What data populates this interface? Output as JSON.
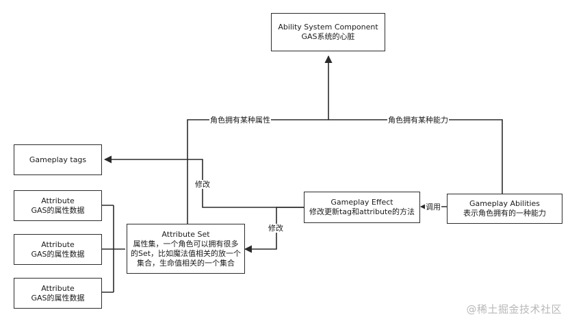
{
  "nodes": {
    "asc": {
      "title": "Ability System Component",
      "desc": "GAS系统的心脏"
    },
    "gameplay_tags": {
      "title": "Gameplay tags"
    },
    "attribute_1": {
      "title": "Attribute",
      "desc": "GAS的属性数据"
    },
    "attribute_2": {
      "title": "Attribute",
      "desc": "GAS的属性数据"
    },
    "attribute_3": {
      "title": "Attribute",
      "desc": "GAS的属性数据"
    },
    "attribute_set": {
      "title": "Attribute Set",
      "desc_line1": "属性集，一个角色可以拥有很多",
      "desc_line2": "的Set，比如魔法值相关的放一个",
      "desc_line3": "集合，生命值相关的一个集合"
    },
    "gameplay_effect": {
      "title": "Gameplay Effect",
      "desc": "修改更新tag和attribute的方法"
    },
    "gameplay_abilities": {
      "title": "Gameplay Abilities",
      "desc": "表示角色拥有的一种能力"
    }
  },
  "edges": {
    "set_to_asc": "角色拥有某种属性",
    "abilities_to_asc": "角色拥有某种能力",
    "effect_to_tags": "修改",
    "effect_to_set": "修改",
    "abilities_to_effect": "调用"
  },
  "watermark": "@稀土掘金技术社区"
}
